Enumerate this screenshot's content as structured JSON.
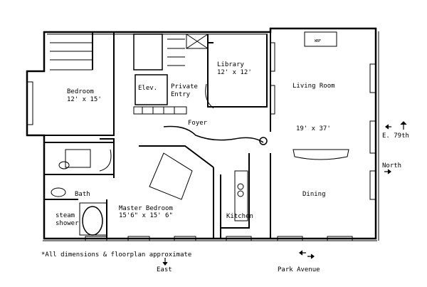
{
  "plan": {
    "rooms": {
      "bedroom": {
        "name": "Bedroom",
        "size": "12' x 15'"
      },
      "elevator": {
        "name": "Elev."
      },
      "private_entry": {
        "line1": "Private",
        "line2": "Entry"
      },
      "library": {
        "name": "Library",
        "size": "12' x 12'"
      },
      "living_room": {
        "name": "Living Room",
        "size": "19' x 37'"
      },
      "fireplace": {
        "name": "WBF"
      },
      "foyer": {
        "name": "Foyer"
      },
      "dining": {
        "name": "Dining"
      },
      "bath": {
        "name": "Bath"
      },
      "master_bedroom": {
        "name": "Master Bedroom",
        "size": "15'6\" x 15' 6\""
      },
      "steam_shower": {
        "line1": "steam",
        "line2": "shower"
      },
      "kitchen": {
        "name": "Kitchen"
      }
    },
    "directions": {
      "east_79th": "E. 79th",
      "north": "North",
      "east": "East",
      "park_avenue": "Park Avenue"
    },
    "footnote": "*All dimensions & floorplan approximate"
  }
}
